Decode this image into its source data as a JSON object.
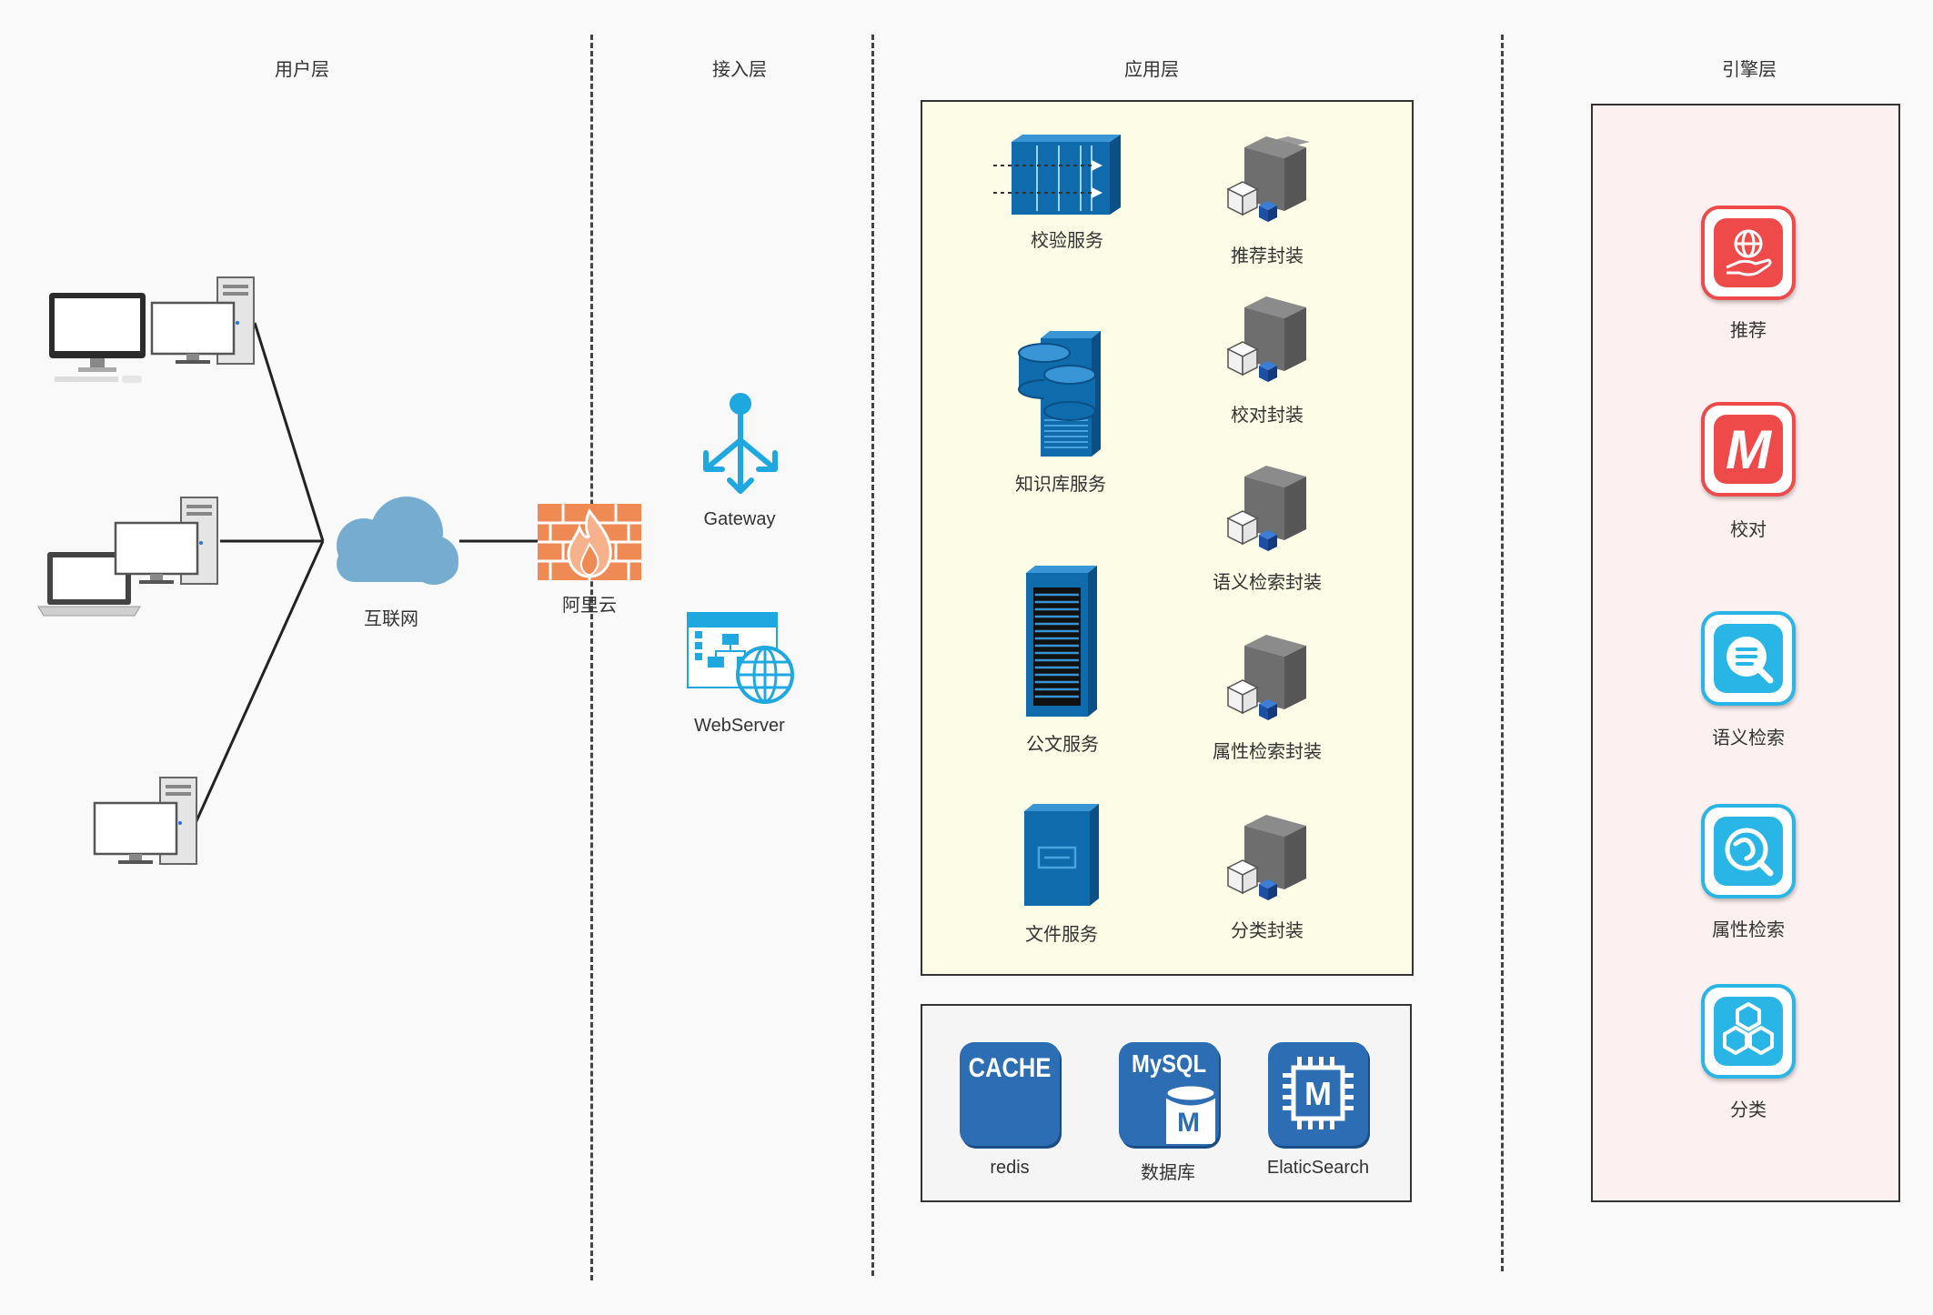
{
  "layers": {
    "user": "用户层",
    "access": "接入层",
    "app": "应用层",
    "engine": "引擎层"
  },
  "user_layer": {
    "internet": "互联网",
    "firewall": "阿里云"
  },
  "access_layer": {
    "gateway": "Gateway",
    "webserver": "WebServer"
  },
  "app_layer": {
    "services": [
      "校验服务",
      "知识库服务",
      "公文服务",
      "文件服务"
    ],
    "wrappers": [
      "推荐封装",
      "校对封装",
      "语义检索封装",
      "属性检索封装",
      "分类封装"
    ],
    "storage": {
      "redis_badge": "CACHE",
      "redis": "redis",
      "mysql_badge": "MySQL",
      "mysql_letter": "M",
      "mysql": "数据库",
      "es_letter": "M",
      "es": "ElaticSearch"
    }
  },
  "engine_layer": {
    "recommend": "推荐",
    "proofread": "校对",
    "proofread_letter": "M",
    "semantic": "语义检索",
    "attribute": "属性检索",
    "classify": "分类"
  },
  "colors": {
    "app_panel_bg": "#fdfce6",
    "engine_panel_bg": "#fdf0f0",
    "storage_panel_bg": "#f5f5f5",
    "cloud": "#75acd0",
    "firewall": "#ef8a55",
    "access_icon": "#1fa8e0",
    "service_blue": "#0f6bab",
    "storage_blue": "#2d6db4",
    "engine_red": "#ef4a4a",
    "engine_cyan": "#29b6e6"
  }
}
